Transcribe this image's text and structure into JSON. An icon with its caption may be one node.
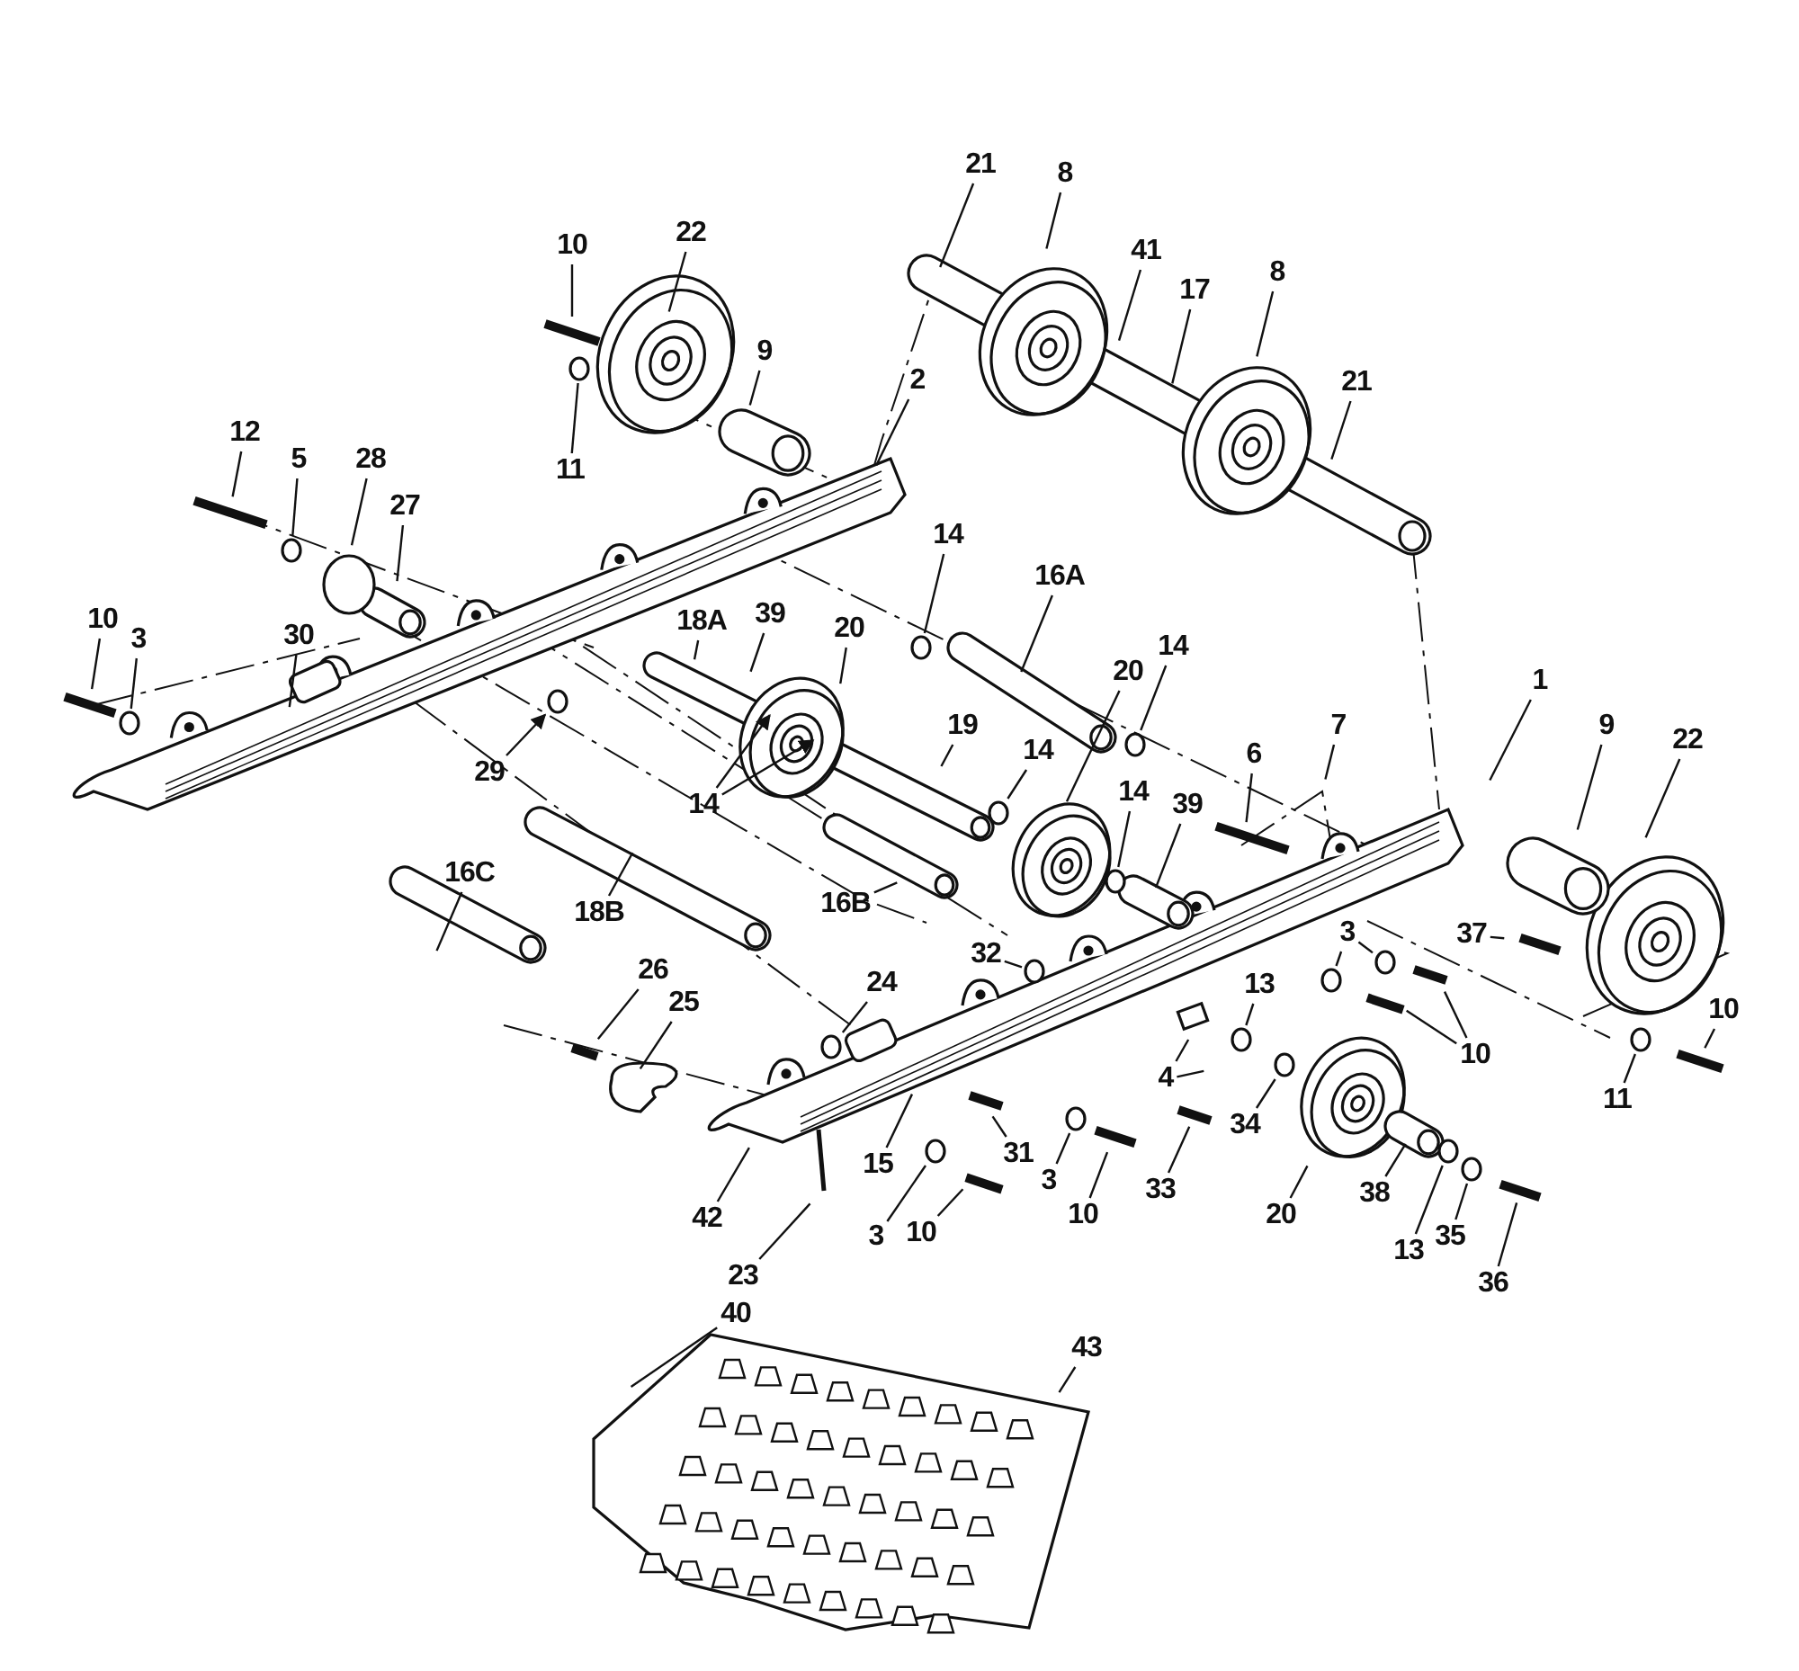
{
  "diagram": {
    "nodes": [
      {
        "text": [
          "21"
        ]
      },
      {
        "text": [
          "8"
        ]
      },
      {
        "text": [
          "41"
        ]
      },
      {
        "text": [
          "17"
        ]
      },
      {
        "text": [
          "8"
        ]
      },
      {
        "text": [
          "21"
        ]
      },
      {
        "text": [
          "10"
        ]
      },
      {
        "text": [
          "22"
        ]
      },
      {
        "text": [
          "9"
        ]
      },
      {
        "text": [
          "11"
        ]
      },
      {
        "text": [
          "2"
        ]
      },
      {
        "text": [
          "12"
        ]
      },
      {
        "text": [
          "5"
        ]
      },
      {
        "text": [
          "28"
        ]
      },
      {
        "text": [
          "27"
        ]
      },
      {
        "text": [
          "10"
        ]
      },
      {
        "text": [
          "3"
        ]
      },
      {
        "text": [
          "30"
        ]
      },
      {
        "text": [
          "29"
        ]
      },
      {
        "text": [
          "18A"
        ]
      },
      {
        "text": [
          "39"
        ]
      },
      {
        "text": [
          "20"
        ]
      },
      {
        "text": [
          "14"
        ]
      },
      {
        "text": [
          "14"
        ]
      },
      {
        "text": [
          "16A"
        ]
      },
      {
        "text": [
          "20"
        ]
      },
      {
        "text": [
          "14"
        ]
      },
      {
        "text": [
          "19"
        ]
      },
      {
        "text": [
          "14"
        ]
      },
      {
        "text": [
          "14"
        ]
      },
      {
        "text": [
          "39"
        ]
      },
      {
        "text": [
          "6"
        ]
      },
      {
        "text": [
          "7"
        ]
      },
      {
        "text": [
          "1"
        ]
      },
      {
        "text": [
          "9"
        ]
      },
      {
        "text": [
          "22"
        ]
      },
      {
        "text": [
          "16C"
        ]
      },
      {
        "text": [
          "18B"
        ]
      },
      {
        "text": [
          "16B"
        ]
      },
      {
        "text": [
          "32"
        ]
      },
      {
        "text": [
          "3"
        ]
      },
      {
        "text": [
          "37"
        ]
      },
      {
        "text": [
          "26"
        ]
      },
      {
        "text": [
          "25"
        ]
      },
      {
        "text": [
          "24"
        ]
      },
      {
        "text": [
          "13"
        ]
      },
      {
        "text": [
          "10"
        ]
      },
      {
        "text": [
          "4"
        ]
      },
      {
        "text": [
          "15"
        ]
      },
      {
        "text": [
          "31"
        ]
      },
      {
        "text": [
          "42"
        ]
      },
      {
        "text": [
          "3"
        ]
      },
      {
        "text": [
          "10"
        ]
      },
      {
        "text": [
          "33"
        ]
      },
      {
        "text": [
          "34"
        ]
      },
      {
        "text": [
          "20"
        ]
      },
      {
        "text": [
          "38"
        ]
      },
      {
        "text": [
          "13"
        ]
      },
      {
        "text": [
          "35"
        ]
      },
      {
        "text": [
          "36"
        ]
      },
      {
        "text": [
          "3"
        ]
      },
      {
        "text": [
          "10"
        ]
      },
      {
        "text": [
          "23"
        ]
      },
      {
        "text": [
          "11"
        ]
      },
      {
        "text": [
          "10"
        ]
      },
      {
        "text": [
          "40"
        ]
      },
      {
        "text": [
          "43"
        ]
      },
      {
        "text": [],
        "shape": "circle"
      },
      {
        "text": [],
        "shape": "circle"
      },
      {
        "text": [],
        "shape": "circle"
      },
      {
        "text": [],
        "shape": "circle"
      },
      {
        "text": [],
        "shape": "circle"
      },
      {
        "text": [],
        "shape": "circle"
      },
      {
        "text": [],
        "shape": "circle"
      },
      {
        "text": [],
        "shape": "circle"
      },
      {
        "text": [],
        "shape": "circle"
      },
      {
        "text": [],
        "shape": "circle"
      },
      {
        "text": [],
        "shape": "circle"
      },
      {
        "text": [],
        "shape": "circle"
      },
      {
        "text": [],
        "shape": "circle"
      },
      {
        "text": [],
        "shape": "circle"
      },
      {
        "text": [],
        "shape": "circle"
      },
      {
        "text": [],
        "shape": "circle"
      },
      {
        "text": [],
        "shape": "circle"
      },
      {
        "text": [],
        "shape": "circle"
      },
      {
        "text": [],
        "shape": "circle"
      }
    ],
    "edges": [
      {
        "from": 0,
        "to": null,
        "arrow": "none"
      },
      {
        "from": 1,
        "to": null,
        "arrow": "none"
      },
      {
        "from": 2,
        "to": null,
        "arrow": "none"
      },
      {
        "from": 3,
        "to": null,
        "arrow": "none"
      },
      {
        "from": 4,
        "to": null,
        "arrow": "none"
      },
      {
        "from": 5,
        "to": null,
        "arrow": "none"
      },
      {
        "from": 6,
        "to": null,
        "arrow": "none"
      },
      {
        "from": 7,
        "to": null,
        "arrow": "none"
      },
      {
        "from": 8,
        "to": null,
        "arrow": "none"
      },
      {
        "from": 9,
        "to": 67,
        "arrow": "none"
      },
      {
        "from": 10,
        "to": null,
        "arrow": "none"
      },
      {
        "from": 11,
        "to": null,
        "arrow": "none"
      },
      {
        "from": 12,
        "to": 68,
        "arrow": "none"
      },
      {
        "from": 13,
        "to": null,
        "arrow": "none"
      },
      {
        "from": 14,
        "to": null,
        "arrow": "none"
      },
      {
        "from": 15,
        "to": null,
        "arrow": "none"
      },
      {
        "from": 16,
        "to": 69,
        "arrow": "none"
      },
      {
        "from": 17,
        "to": null,
        "arrow": "none"
      },
      {
        "from": 18,
        "to": 70,
        "arrow": "to"
      },
      {
        "from": 19,
        "to": null,
        "arrow": "none"
      },
      {
        "from": 20,
        "to": null,
        "arrow": "none"
      },
      {
        "from": 21,
        "to": null,
        "arrow": "none"
      },
      {
        "from": 22,
        "to": null,
        "arrow": "to"
      },
      {
        "from": 22,
        "to": null,
        "arrow": "to"
      },
      {
        "from": 23,
        "to": 71,
        "arrow": "none"
      },
      {
        "from": 24,
        "to": null,
        "arrow": "none"
      },
      {
        "from": 25,
        "to": null,
        "arrow": "none"
      },
      {
        "from": 26,
        "to": 72,
        "arrow": "none"
      },
      {
        "from": 27,
        "to": null,
        "arrow": "none"
      },
      {
        "from": 28,
        "to": 73,
        "arrow": "none"
      },
      {
        "from": 29,
        "to": 74,
        "arrow": "none"
      },
      {
        "from": 30,
        "to": null,
        "arrow": "none"
      },
      {
        "from": 31,
        "to": null,
        "arrow": "none"
      },
      {
        "from": 32,
        "to": null,
        "arrow": "none"
      },
      {
        "from": 33,
        "to": null,
        "arrow": "none"
      },
      {
        "from": 34,
        "to": null,
        "arrow": "none"
      },
      {
        "from": 35,
        "to": null,
        "arrow": "none"
      },
      {
        "from": 36,
        "to": null,
        "arrow": "none"
      },
      {
        "from": 37,
        "to": null,
        "arrow": "none"
      },
      {
        "from": 38,
        "to": null,
        "arrow": "none"
      },
      {
        "from": 39,
        "to": 75,
        "arrow": "none"
      },
      {
        "from": 40,
        "to": 76,
        "arrow": "none"
      },
      {
        "from": 40,
        "to": 77,
        "arrow": "none"
      },
      {
        "from": 41,
        "to": null,
        "arrow": "none"
      },
      {
        "from": 42,
        "to": null,
        "arrow": "none"
      },
      {
        "from": 43,
        "to": null,
        "arrow": "none"
      },
      {
        "from": 44,
        "to": 78,
        "arrow": "none"
      },
      {
        "from": 45,
        "to": 79,
        "arrow": "none"
      },
      {
        "from": 46,
        "to": null,
        "arrow": "none"
      },
      {
        "from": 46,
        "to": null,
        "arrow": "none"
      },
      {
        "from": 47,
        "to": null,
        "arrow": "none"
      },
      {
        "from": 47,
        "to": null,
        "arrow": "none"
      },
      {
        "from": 48,
        "to": null,
        "arrow": "none"
      },
      {
        "from": 49,
        "to": null,
        "arrow": "none"
      },
      {
        "from": 50,
        "to": null,
        "arrow": "none"
      },
      {
        "from": 51,
        "to": 81,
        "arrow": "none"
      },
      {
        "from": 52,
        "to": null,
        "arrow": "none"
      },
      {
        "from": 53,
        "to": null,
        "arrow": "none"
      },
      {
        "from": 54,
        "to": 80,
        "arrow": "none"
      },
      {
        "from": 55,
        "to": null,
        "arrow": "none"
      },
      {
        "from": 56,
        "to": null,
        "arrow": "none"
      },
      {
        "from": 57,
        "to": 83,
        "arrow": "none"
      },
      {
        "from": 58,
        "to": 84,
        "arrow": "none"
      },
      {
        "from": 59,
        "to": null,
        "arrow": "none"
      },
      {
        "from": 60,
        "to": 82,
        "arrow": "none"
      },
      {
        "from": 61,
        "to": null,
        "arrow": "none"
      },
      {
        "from": 62,
        "to": null,
        "arrow": "none"
      },
      {
        "from": 63,
        "to": 85,
        "arrow": "none"
      },
      {
        "from": 64,
        "to": null,
        "arrow": "none"
      },
      {
        "from": 65,
        "to": null,
        "arrow": "none"
      },
      {
        "from": 66,
        "to": null,
        "arrow": "none"
      }
    ]
  }
}
